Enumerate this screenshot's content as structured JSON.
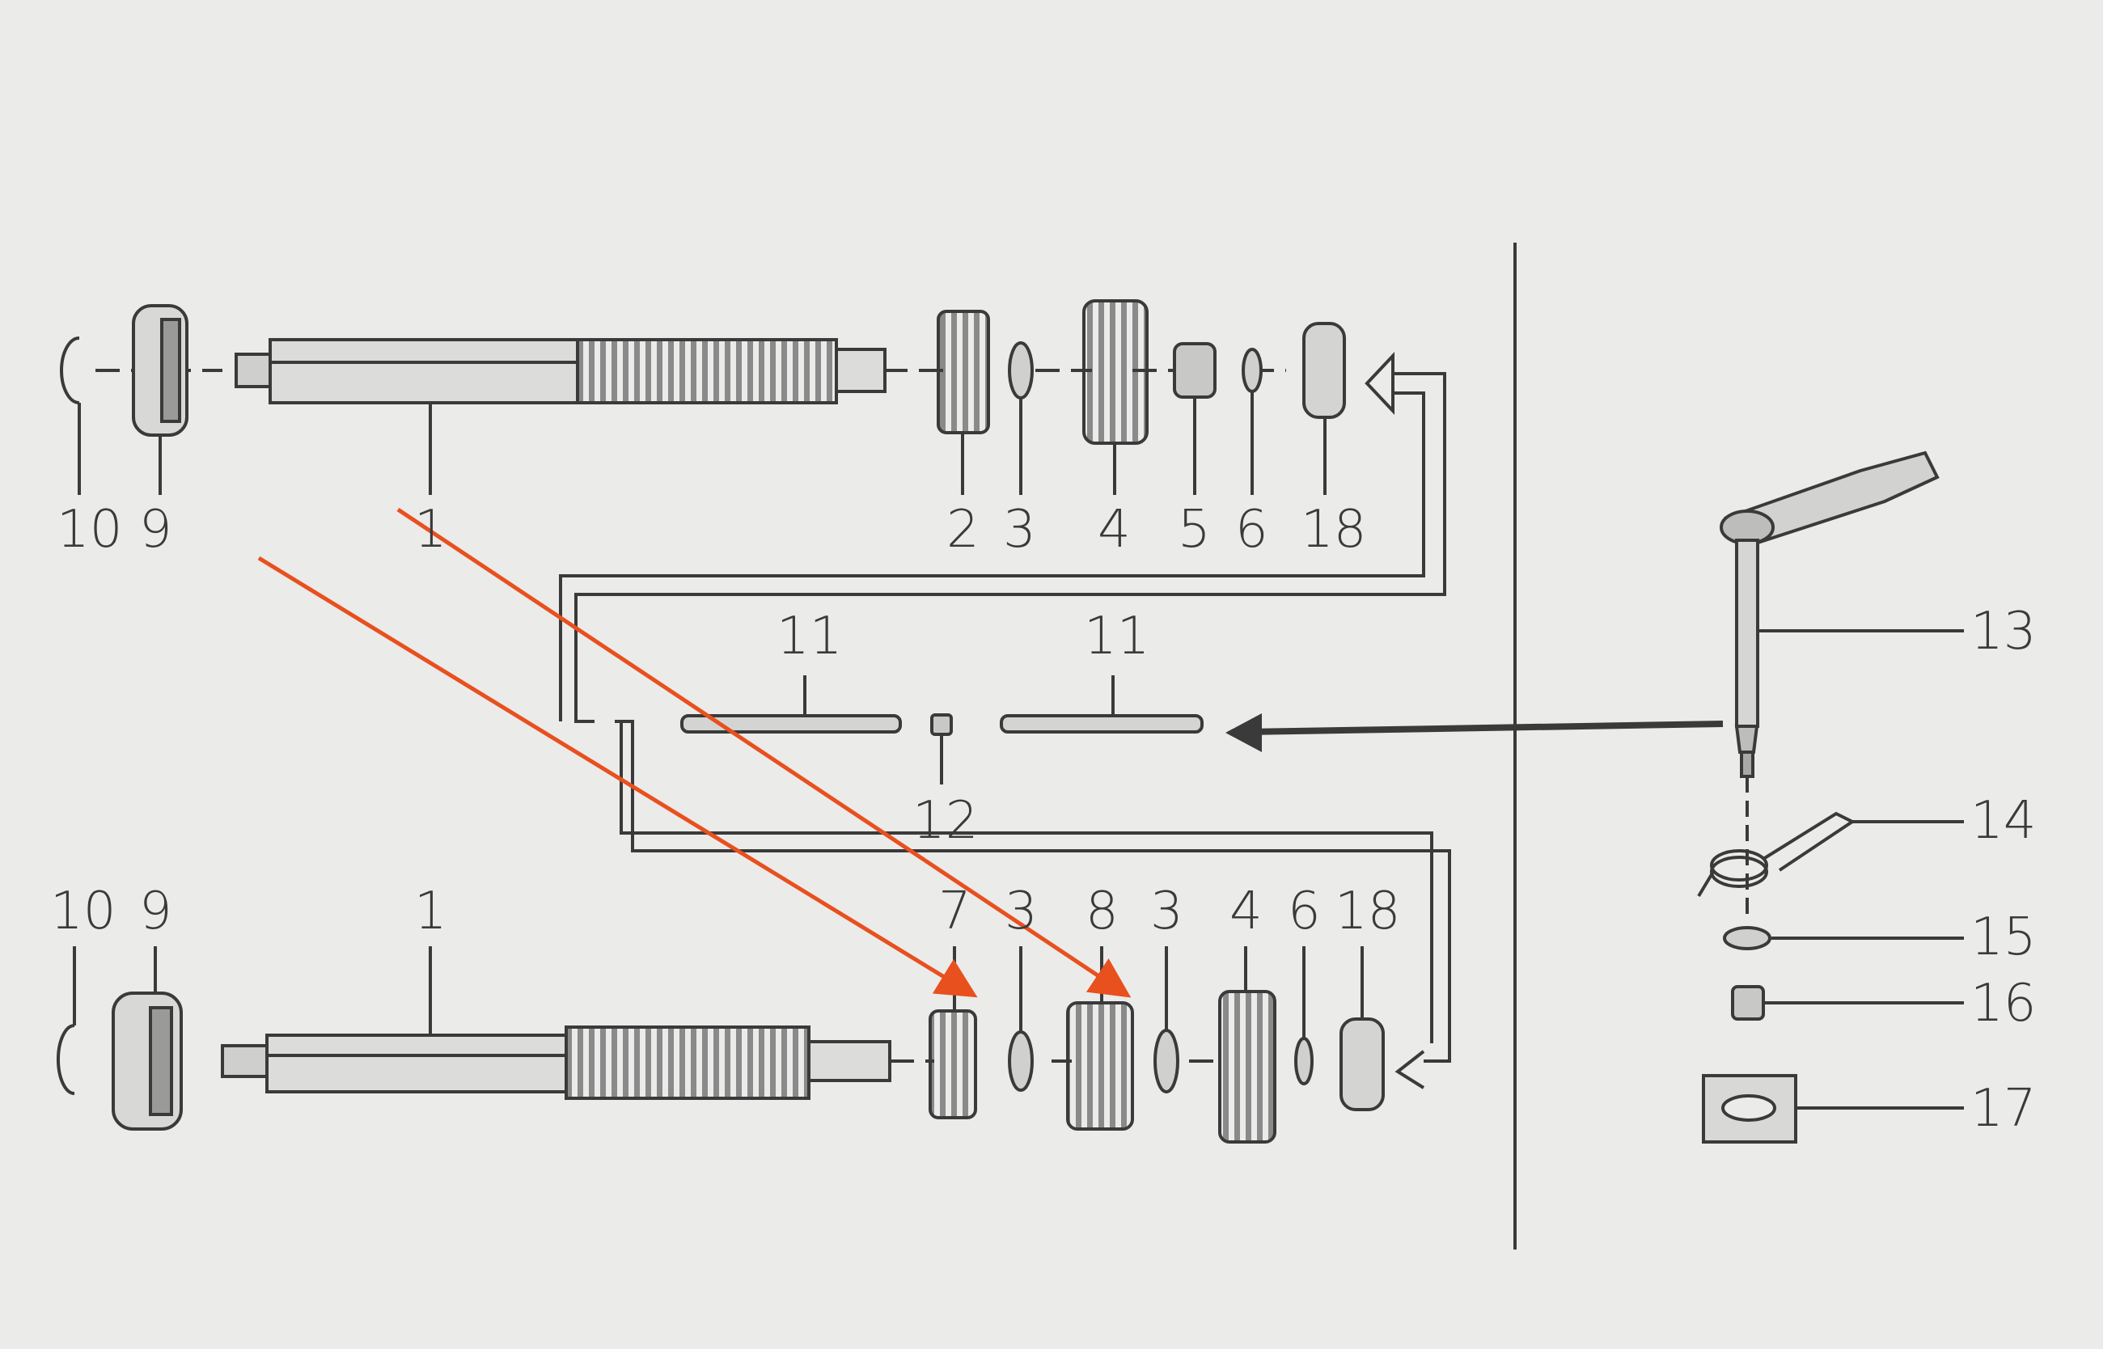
{
  "labels": {
    "top": [
      "10",
      "9",
      "1",
      "2",
      "3",
      "4",
      "5",
      "6",
      "18"
    ],
    "middle": [
      "11",
      "11",
      "12"
    ],
    "bottom": [
      "10",
      "9",
      "1",
      "7",
      "3",
      "8",
      "3",
      "4",
      "6",
      "18"
    ],
    "right": [
      "13",
      "14",
      "15",
      "16",
      "17"
    ]
  },
  "colors": {
    "ink": "#3a3a3a",
    "paper": "#ebebea",
    "annotation_arrows": "#e8501e"
  }
}
